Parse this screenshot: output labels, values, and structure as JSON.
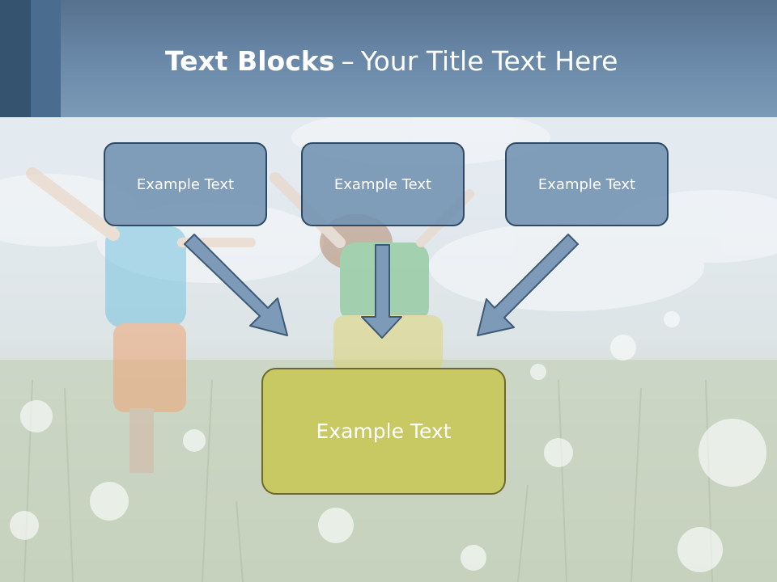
{
  "title": {
    "bold": "Text Blocks",
    "dash": "–",
    "rest": "Your Title Text Here"
  },
  "blocks": {
    "left": "Example Text",
    "middle": "Example Text",
    "right": "Example Text",
    "result": "Example Text"
  },
  "colors": {
    "header": "#6b8aaa",
    "top_box_fill": "#7191b0",
    "top_box_border": "#2f4a66",
    "result_box_fill": "#c9c964",
    "result_box_border": "#6b6a2a",
    "arrow_fill": "#7d9ab8",
    "arrow_stroke": "#3e5a76"
  }
}
